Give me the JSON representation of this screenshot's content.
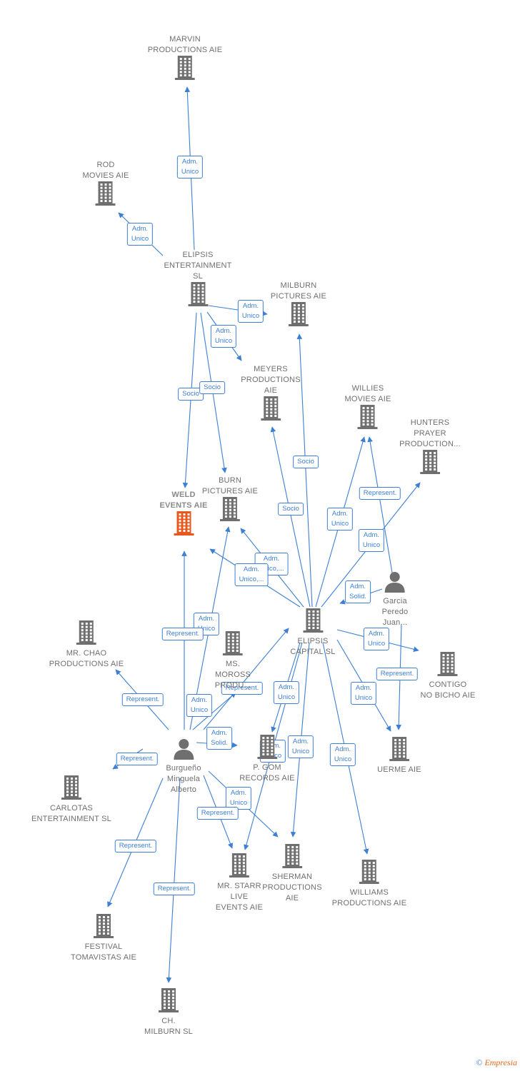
{
  "nodes": [
    {
      "id": "marvin",
      "label": "MARVIN\nPRODUCTIONS AIE",
      "kind": "company"
    },
    {
      "id": "rod",
      "label": "ROD\nMOVIES  AIE",
      "kind": "company"
    },
    {
      "id": "elipsis_ent",
      "label": "ELIPSIS\nENTERTAINMENT\nSL",
      "kind": "company"
    },
    {
      "id": "milburn_pic",
      "label": "MILBURN\nPICTURES  AIE",
      "kind": "company"
    },
    {
      "id": "meyers",
      "label": "MEYERS\nPRODUCTIONS\nAIE",
      "kind": "company"
    },
    {
      "id": "willies",
      "label": "WILLIES\nMOVIES  AIE",
      "kind": "company"
    },
    {
      "id": "hunters",
      "label": "HUNTERS\nPRAYER\nPRODUCTION...",
      "kind": "company"
    },
    {
      "id": "weld",
      "label": "WELD\nEVENTS AIE",
      "kind": "focus"
    },
    {
      "id": "burn",
      "label": "BURN\nPICTURES  AIE",
      "kind": "company"
    },
    {
      "id": "garcia",
      "label": "Garcia\nPeredo\nJuan...",
      "kind": "person"
    },
    {
      "id": "elipsis_cap",
      "label": "ELIPSIS\nCAPITAL  SL",
      "kind": "company"
    },
    {
      "id": "chao",
      "label": "MR.  CHAO\nPRODUCTIONS AIE",
      "kind": "company"
    },
    {
      "id": "moross",
      "label": "MS.\nMOROSS\nPRODU...",
      "kind": "company"
    },
    {
      "id": "contigo",
      "label": "CONTIGO\nNO BICHO  AIE",
      "kind": "company"
    },
    {
      "id": "uerme",
      "label": "UERME AIE",
      "kind": "company"
    },
    {
      "id": "burgueno",
      "label": "Burgueño\nMinguela\nAlberto",
      "kind": "person"
    },
    {
      "id": "pgom",
      "label": "P.  GOM\nRECORDS  AIE",
      "kind": "company"
    },
    {
      "id": "carlotas",
      "label": "CARLOTAS\nENTERTAINMENT SL",
      "kind": "company"
    },
    {
      "id": "starr",
      "label": "MR.  STARR\nLIVE\nEVENTS  AIE",
      "kind": "company"
    },
    {
      "id": "sherman",
      "label": "SHERMAN\nPRODUCTIONS\nAIE",
      "kind": "company"
    },
    {
      "id": "williams",
      "label": "WILLIAMS\nPRODUCTIONS AIE",
      "kind": "company"
    },
    {
      "id": "festival",
      "label": "FESTIVAL\nTOMAVISTAS AIE",
      "kind": "company"
    },
    {
      "id": "chmilburn",
      "label": "CH.\nMILBURN  SL",
      "kind": "company"
    }
  ],
  "edges": [
    {
      "from": "elipsis_ent",
      "to": "marvin",
      "label": "Adm.\nUnico"
    },
    {
      "from": "elipsis_ent",
      "to": "rod",
      "label": "Adm.\nUnico"
    },
    {
      "from": "elipsis_ent",
      "to": "milburn_pic",
      "label": "Adm.\nUnico"
    },
    {
      "from": "elipsis_ent",
      "to": "meyers",
      "label": "Adm.\nUnico"
    },
    {
      "from": "elipsis_ent",
      "to": "weld",
      "label": "Socio"
    },
    {
      "from": "elipsis_ent",
      "to": "burn",
      "label": "Socio"
    },
    {
      "from": "elipsis_cap",
      "to": "milburn_pic",
      "label": "Socio"
    },
    {
      "from": "elipsis_cap",
      "to": "meyers",
      "label": "Socio"
    },
    {
      "from": "elipsis_cap",
      "to": "willies",
      "label": "Adm.\nUnico"
    },
    {
      "from": "elipsis_cap",
      "to": "hunters",
      "label": "Adm.\nUnico"
    },
    {
      "from": "garcia",
      "to": "willies",
      "label": "Represent."
    },
    {
      "from": "garcia",
      "to": "elipsis_cap",
      "label": "Adm.\nSolid."
    },
    {
      "from": "elipsis_cap",
      "to": "burn",
      "label": "Adm.\nUnico,..."
    },
    {
      "from": "elipsis_cap",
      "to": "weld",
      "label": "Adm.\nUnico,..."
    },
    {
      "from": "elipsis_cap",
      "to": "contigo",
      "label": "Adm.\nUnico"
    },
    {
      "from": "garcia",
      "to": "uerme",
      "label": "Represent."
    },
    {
      "from": "elipsis_cap",
      "to": "uerme",
      "label": "Adm.\nUnico"
    },
    {
      "from": "burgueno",
      "to": "elipsis_cap",
      "label": "Adm.\nUnico"
    },
    {
      "from": "burgueno",
      "to": "weld",
      "label": "Represent."
    },
    {
      "from": "burgueno",
      "to": "burn",
      "label": "Represent."
    },
    {
      "from": "burgueno",
      "to": "chao",
      "label": "Adm.\nUnico"
    },
    {
      "from": "burgueno",
      "to": "moross",
      "label": "Represent."
    },
    {
      "from": "burgueno",
      "to": "elipsis_cap",
      "label": "Adm.\nSolid."
    },
    {
      "from": "burgueno",
      "to": "pgom",
      "label": "Represent."
    },
    {
      "from": "burgueno",
      "to": "carlotas",
      "label": "Adm.\nUnico"
    },
    {
      "from": "elipsis_cap",
      "to": "pgom",
      "label": "Adm.\nUnico"
    },
    {
      "from": "elipsis_cap",
      "to": "starr",
      "label": "Adm.\nUnico"
    },
    {
      "from": "elipsis_cap",
      "to": "sherman",
      "label": "Adm.\nUnico"
    },
    {
      "from": "elipsis_cap",
      "to": "williams",
      "label": "Adm.\nUnico"
    },
    {
      "from": "burgueno",
      "to": "sherman",
      "label": "Represent."
    },
    {
      "from": "burgueno",
      "to": "starr",
      "label": "Represent."
    },
    {
      "from": "burgueno",
      "to": "festival",
      "label": "Represent."
    },
    {
      "from": "burgueno",
      "to": "chmilburn",
      "label": "Adm.\nUnico,..."
    }
  ],
  "colors": {
    "edge": "#3d7fd4",
    "company": "#6f6f6f",
    "focus": "#e8571c",
    "label_text": "#6f6f6f"
  },
  "footer": {
    "copyright": "©",
    "brand": "Empresia"
  }
}
